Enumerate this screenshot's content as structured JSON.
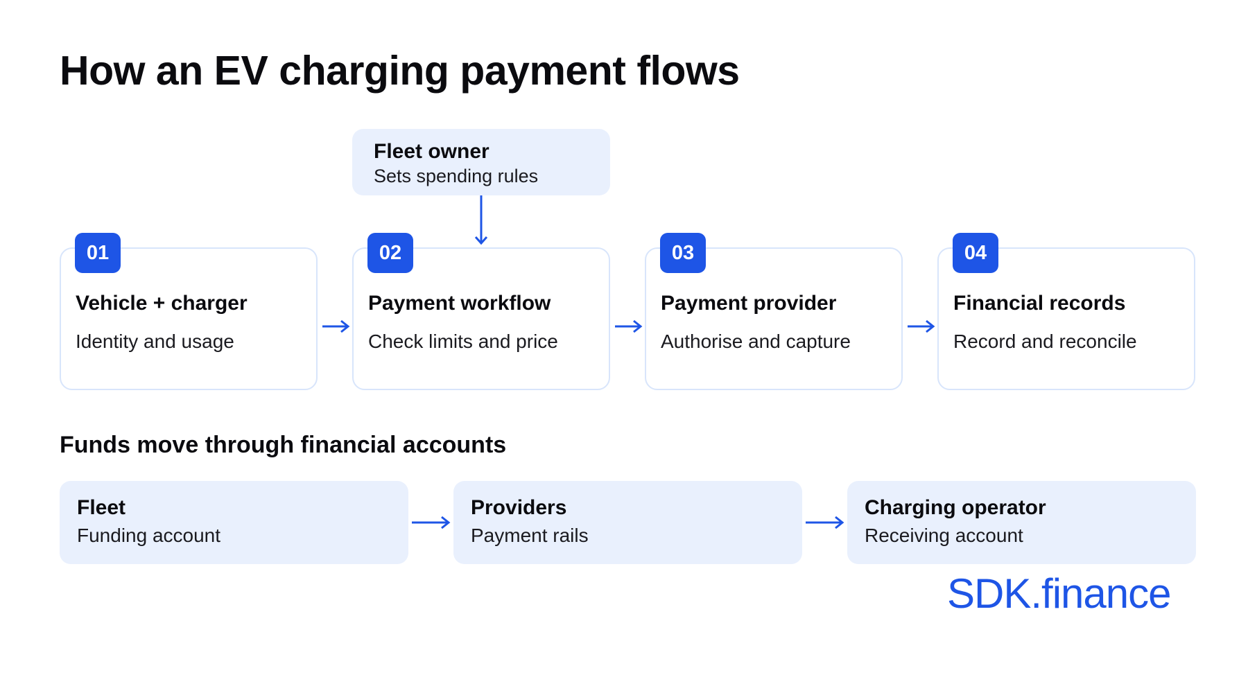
{
  "title": "How an EV charging payment flows",
  "fleet_owner": {
    "title": "Fleet owner",
    "subtitle": "Sets spending rules"
  },
  "steps": [
    {
      "number": "01",
      "title": "Vehicle + charger",
      "subtitle": "Identity and usage"
    },
    {
      "number": "02",
      "title": "Payment workflow",
      "subtitle": "Check limits and price"
    },
    {
      "number": "03",
      "title": "Payment provider",
      "subtitle": "Authorise and capture"
    },
    {
      "number": "04",
      "title": "Financial records",
      "subtitle": "Record and reconcile"
    }
  ],
  "funds": {
    "heading": "Funds move through financial accounts",
    "accounts": [
      {
        "title": "Fleet",
        "subtitle": "Funding account"
      },
      {
        "title": "Providers",
        "subtitle": "Payment rails"
      },
      {
        "title": "Charging operator",
        "subtitle": "Receiving account"
      }
    ]
  },
  "logo_text": "SDK.finance",
  "colors": {
    "accent": "#1e55e6",
    "box_fill": "#e9f0fd",
    "card_border": "#d8e5fb",
    "text": "#0b0b0f"
  },
  "icons": {
    "flow_arrow": "arrow-right-icon",
    "owner_arrow": "arrow-down-icon"
  }
}
